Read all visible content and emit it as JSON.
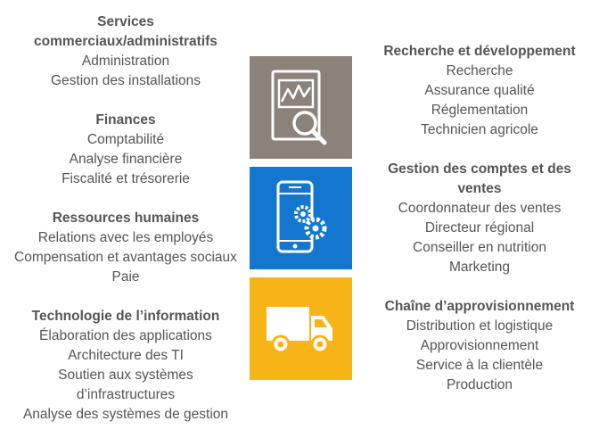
{
  "left_sections": [
    {
      "title": "Services commerciaux/administratifs",
      "items": [
        "Administration",
        "Gestion des installations"
      ]
    },
    {
      "title": "Finances",
      "items": [
        "Comptabilité",
        "Analyse financière",
        "Fiscalité et trésorerie"
      ]
    },
    {
      "title": "Ressources humaines",
      "items": [
        "Relations avec les employés",
        "Compensation et avantages sociaux",
        "Paie"
      ]
    },
    {
      "title": "Technologie de l’information",
      "items": [
        "Élaboration des applications",
        "Architecture des TI",
        "Soutien aux systèmes d’infrastructures",
        "Analyse des systèmes de gestion"
      ]
    }
  ],
  "right_sections": [
    {
      "title": "Recherche et développement",
      "items": [
        "Recherche",
        "Assurance qualité",
        "Réglementation",
        "Technicien agricole"
      ]
    },
    {
      "title": "Gestion des comptes et des ventes",
      "items": [
        "Coordonnateur des ventes",
        "Directeur régional",
        "Conseiller en nutrition",
        "Marketing"
      ]
    },
    {
      "title": "Chaîne d’approvisionnement",
      "items": [
        "Distribution et logistique",
        "Approvisionnement",
        "Service à la clientèle",
        "Production"
      ]
    }
  ],
  "tiles": [
    {
      "icon": "chart-magnifier-icon",
      "color": "#8b837a"
    },
    {
      "icon": "smartphone-gears-icon",
      "color": "#1477cf"
    },
    {
      "icon": "delivery-truck-icon",
      "color": "#f6b416"
    }
  ]
}
